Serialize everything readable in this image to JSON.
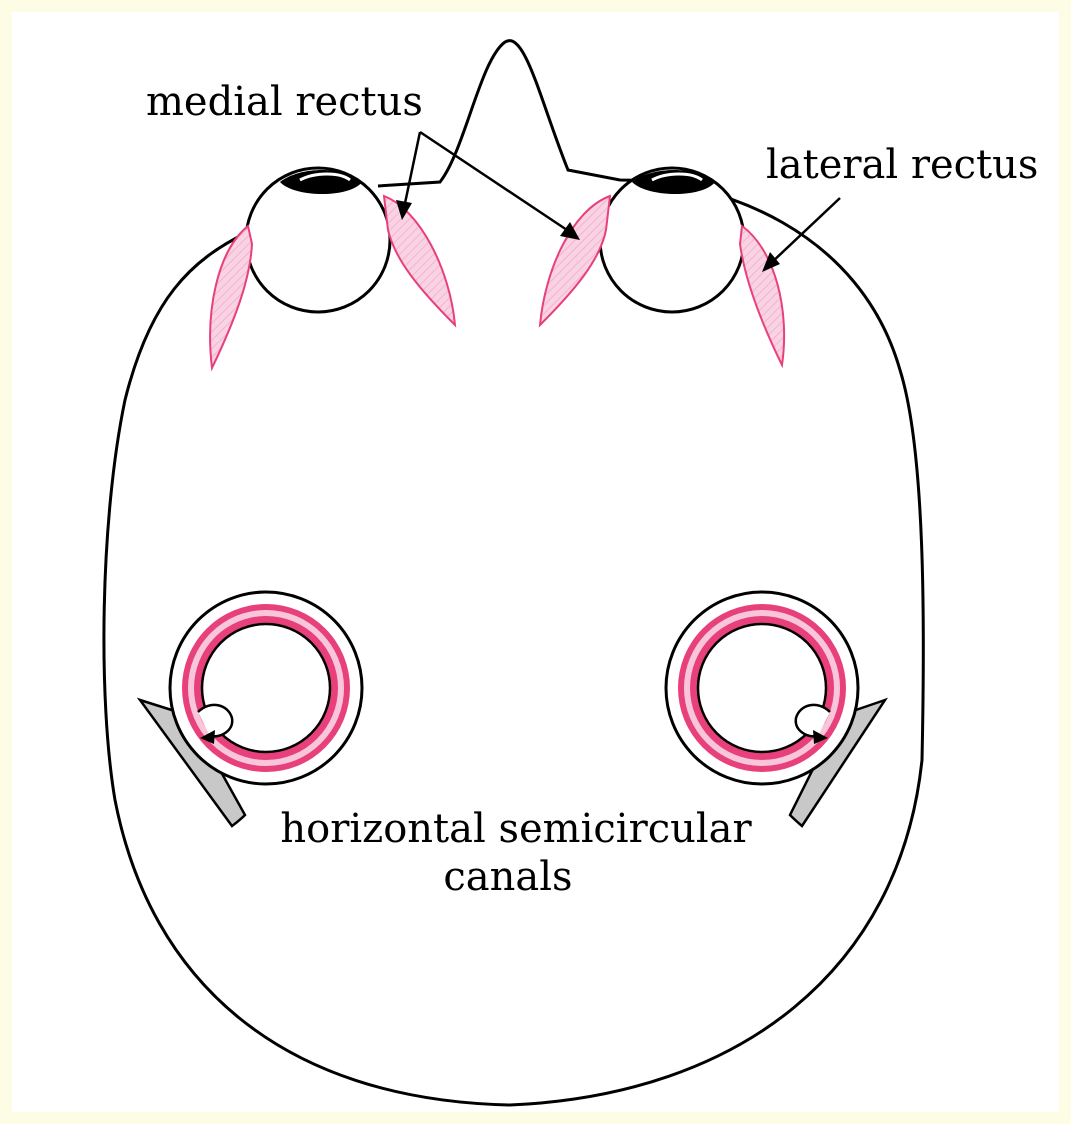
{
  "colors": {
    "background": "#fdfde6",
    "muscle_fill": "#f9cfe0",
    "muscle_stroke": "#e8407a",
    "canal_pink": "#e8407a",
    "canal_light": "#f8c6da",
    "bone_grey": "#c8c8c8",
    "outline": "#000000"
  },
  "labels": {
    "medial_rectus": "medial rectus",
    "lateral_rectus": "lateral rectus",
    "canals_line1": "horizontal semicircular",
    "canals_line2": "canals"
  }
}
